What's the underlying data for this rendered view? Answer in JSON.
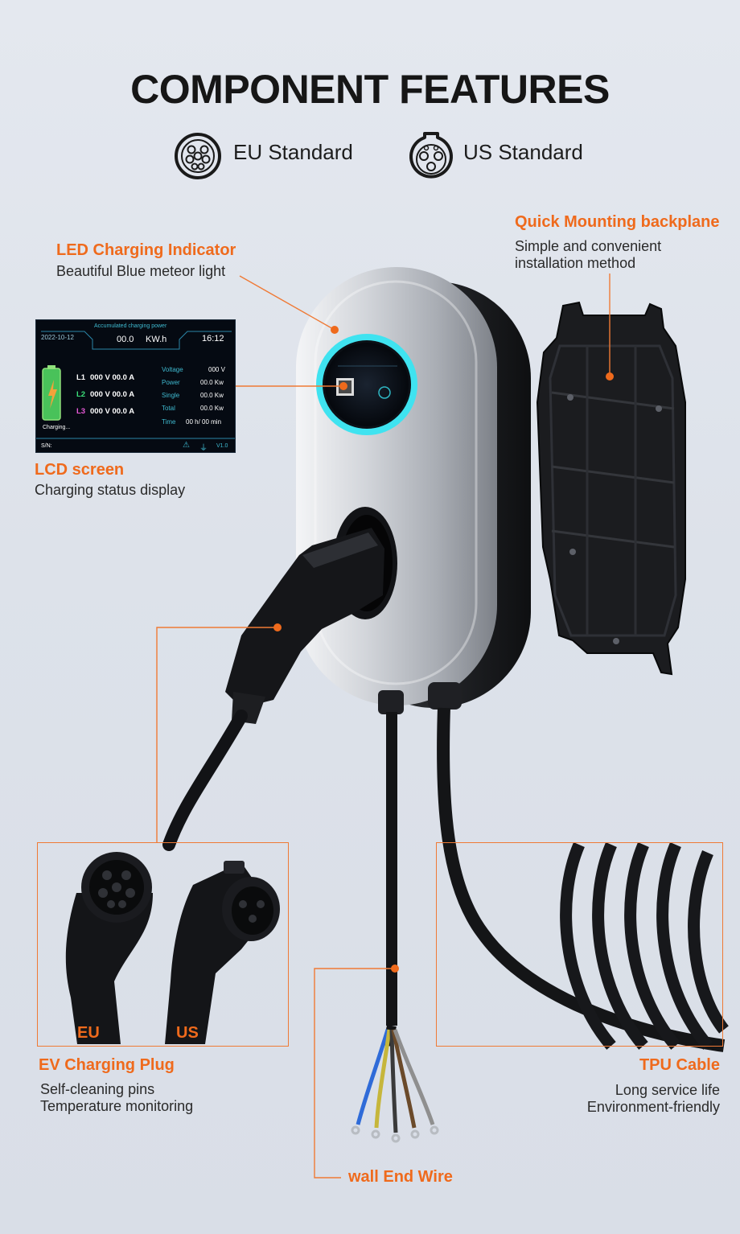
{
  "page": {
    "title": "COMPONENT FEATURES",
    "standards": [
      {
        "label": "EU Standard",
        "icon": "eu-connector-icon"
      },
      {
        "label": "US Standard",
        "icon": "us-connector-icon"
      }
    ]
  },
  "features": {
    "led": {
      "title": "LED Charging Indicator",
      "desc": "Beautiful Blue meteor light"
    },
    "backplane": {
      "title": "Quick Mounting backplane",
      "desc1": "Simple and convenient",
      "desc2": "installation method"
    },
    "lcd": {
      "title": "LCD screen",
      "desc": "Charging status display"
    },
    "plug": {
      "title": "EV Charging Plug",
      "desc1": "Self-cleaning pins",
      "desc2": "Temperature monitoring",
      "eu_tag": "EU",
      "us_tag": "US"
    },
    "cable": {
      "title": "TPU Cable",
      "desc1": "Long service life",
      "desc2": "Environment-friendly"
    },
    "wire": {
      "title": "wall End Wire"
    }
  },
  "lcd_screen": {
    "header": "Accumulated charging power",
    "date": "2022-10-12",
    "energy": "00.0",
    "energy_unit": "KW.h",
    "time": "16:12",
    "lines": [
      {
        "label": "L1",
        "value": "000 V 00.0 A",
        "color": "#ffffff"
      },
      {
        "label": "L2",
        "value": "000 V 00.0 A",
        "color": "#3be07a"
      },
      {
        "label": "L3",
        "value": "000 V 00.0 A",
        "color": "#e85ad8"
      }
    ],
    "metrics": [
      {
        "name": "Voltage",
        "value": "000 V"
      },
      {
        "name": "Power",
        "value": "00.0 Kw"
      },
      {
        "name": "Single",
        "value": "00.0 Kw"
      },
      {
        "name": "Total",
        "value": "00.0 Kw"
      },
      {
        "name": "Time",
        "value": "00 h/ 00 min"
      }
    ],
    "status": "Charging...",
    "sn_label": "S/N:",
    "version": "V1.0"
  },
  "colors": {
    "accent": "#ef6a1c",
    "led_ring": "#3fe3f0"
  }
}
